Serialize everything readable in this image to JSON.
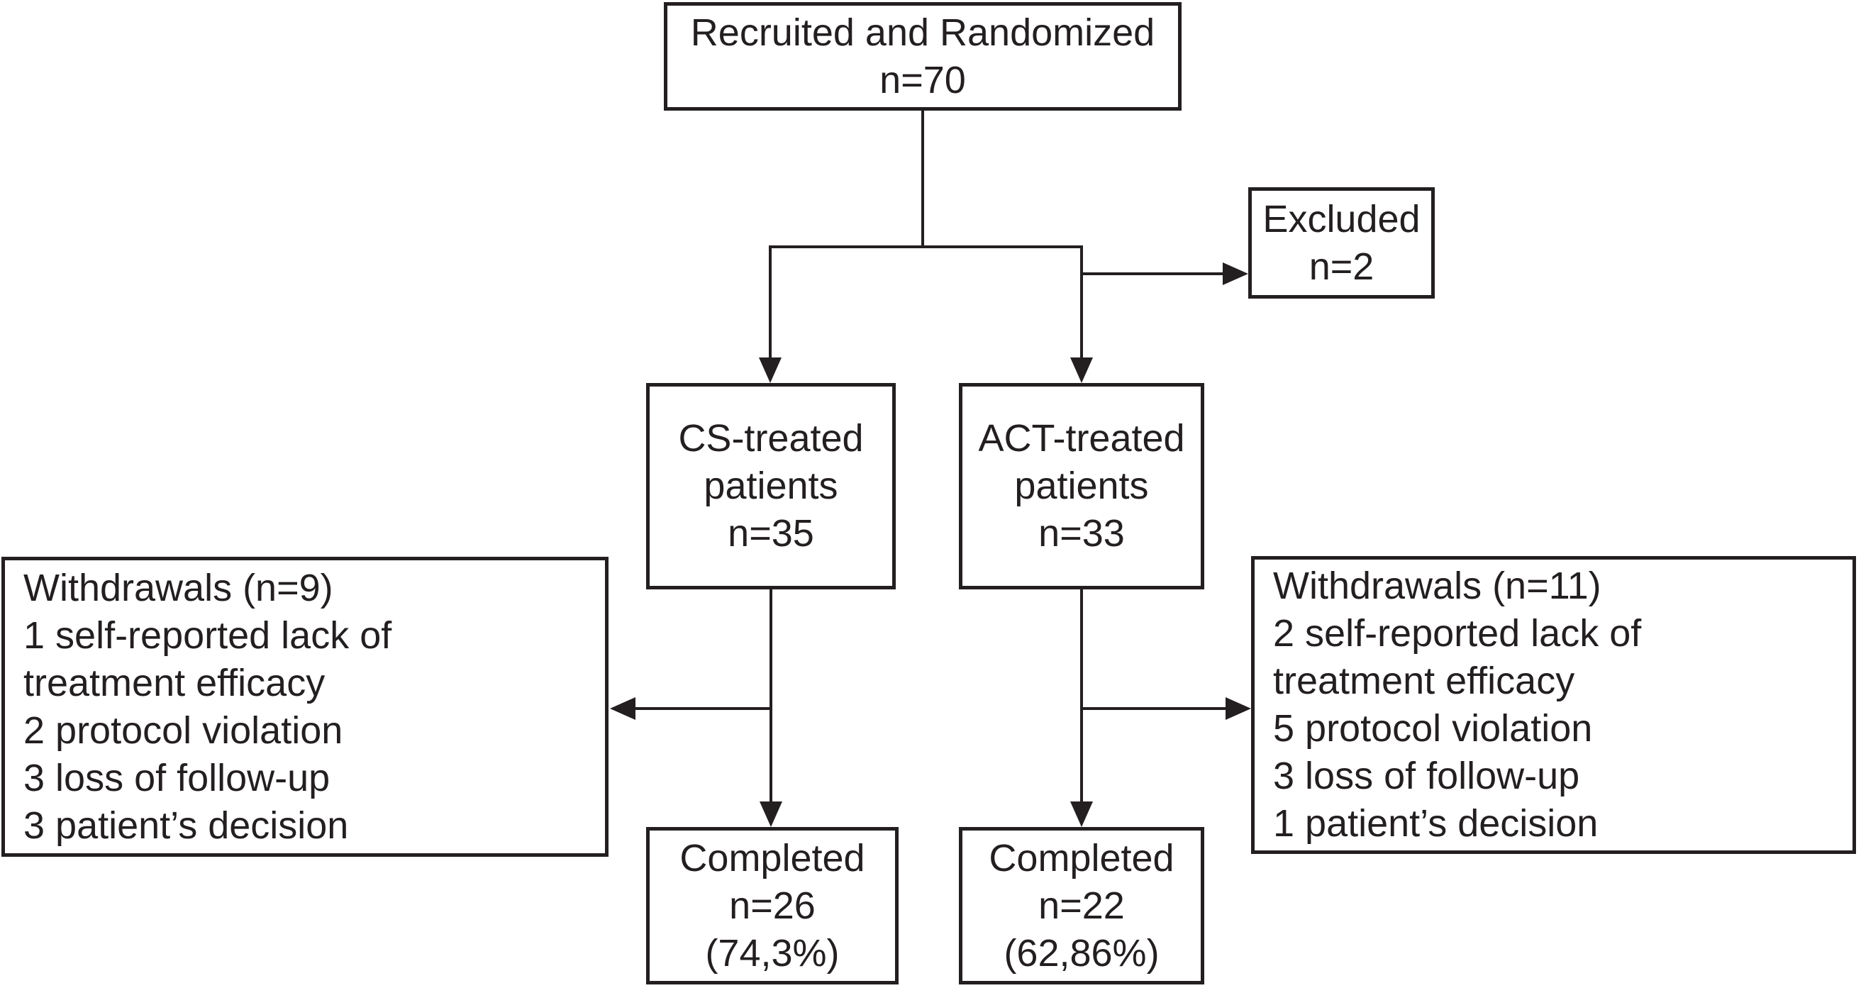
{
  "figure": {
    "type": "flowchart",
    "background_color": "#ffffff",
    "ink_color": "#231f20",
    "nodes": {
      "recruited": {
        "lines": [
          "Recruited and Randomized",
          "n=70"
        ]
      },
      "excluded": {
        "lines": [
          "Excluded",
          "n=2"
        ]
      },
      "cs_treated": {
        "lines": [
          "CS-treated",
          "patients",
          "n=35"
        ]
      },
      "act_treated": {
        "lines": [
          "ACT-treated",
          "patients",
          "n=33"
        ]
      },
      "withdrawals_cs": {
        "lines": [
          "Withdrawals (n=9)",
          "1 self-reported lack of",
          "treatment efficacy",
          "2 protocol violation",
          "3 loss of follow-up",
          "3 patient’s decision"
        ]
      },
      "withdrawals_act": {
        "lines": [
          "Withdrawals (n=11)",
          "2 self-reported lack of",
          "treatment efficacy",
          "5 protocol violation",
          "3 loss of follow-up",
          "1 patient’s decision"
        ]
      },
      "completed_cs": {
        "lines": [
          "Completed",
          "n=26",
          "(74,3%)"
        ]
      },
      "completed_act": {
        "lines": [
          "Completed",
          "n=22",
          "(62,86%)"
        ]
      }
    },
    "edges": [
      {
        "from": "recruited",
        "to": "cs_treated"
      },
      {
        "from": "recruited",
        "to": "act_treated"
      },
      {
        "from": "recruited",
        "to": "excluded"
      },
      {
        "from": "cs_treated",
        "to": "withdrawals_cs"
      },
      {
        "from": "cs_treated",
        "to": "completed_cs"
      },
      {
        "from": "act_treated",
        "to": "withdrawals_act"
      },
      {
        "from": "act_treated",
        "to": "completed_act"
      }
    ]
  }
}
